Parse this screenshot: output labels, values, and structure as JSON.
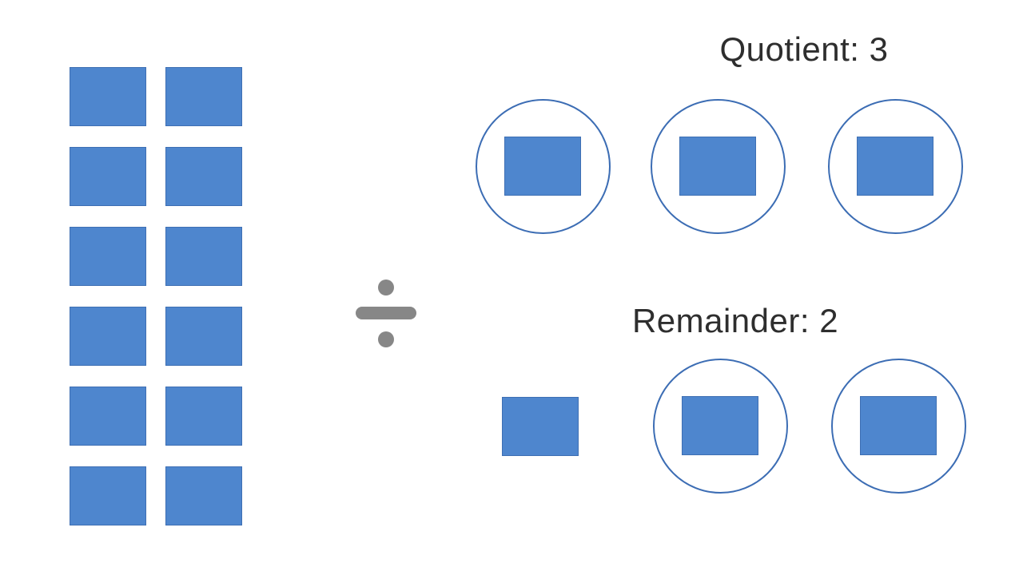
{
  "figure": {
    "title": "Division with remainder diagram",
    "colors": {
      "background": "#ffffff",
      "block_fill": "#4e86ce",
      "block_border": "#3e6fb3",
      "circle_stroke": "#3c6db4",
      "operator": "#878787",
      "text": "#2e2e2e"
    },
    "dividend": {
      "rows": 6,
      "cols": 2,
      "block_count": 12
    },
    "operator": "÷",
    "quotient": {
      "label": "Quotient: 3",
      "value": 3,
      "circled_groups": 3,
      "blocks_per_group": 1
    },
    "remainder": {
      "label": "Remainder: 2",
      "value": 2,
      "ungrouped_blocks": 1,
      "circled_groups": 2,
      "blocks_per_group": 1
    }
  }
}
